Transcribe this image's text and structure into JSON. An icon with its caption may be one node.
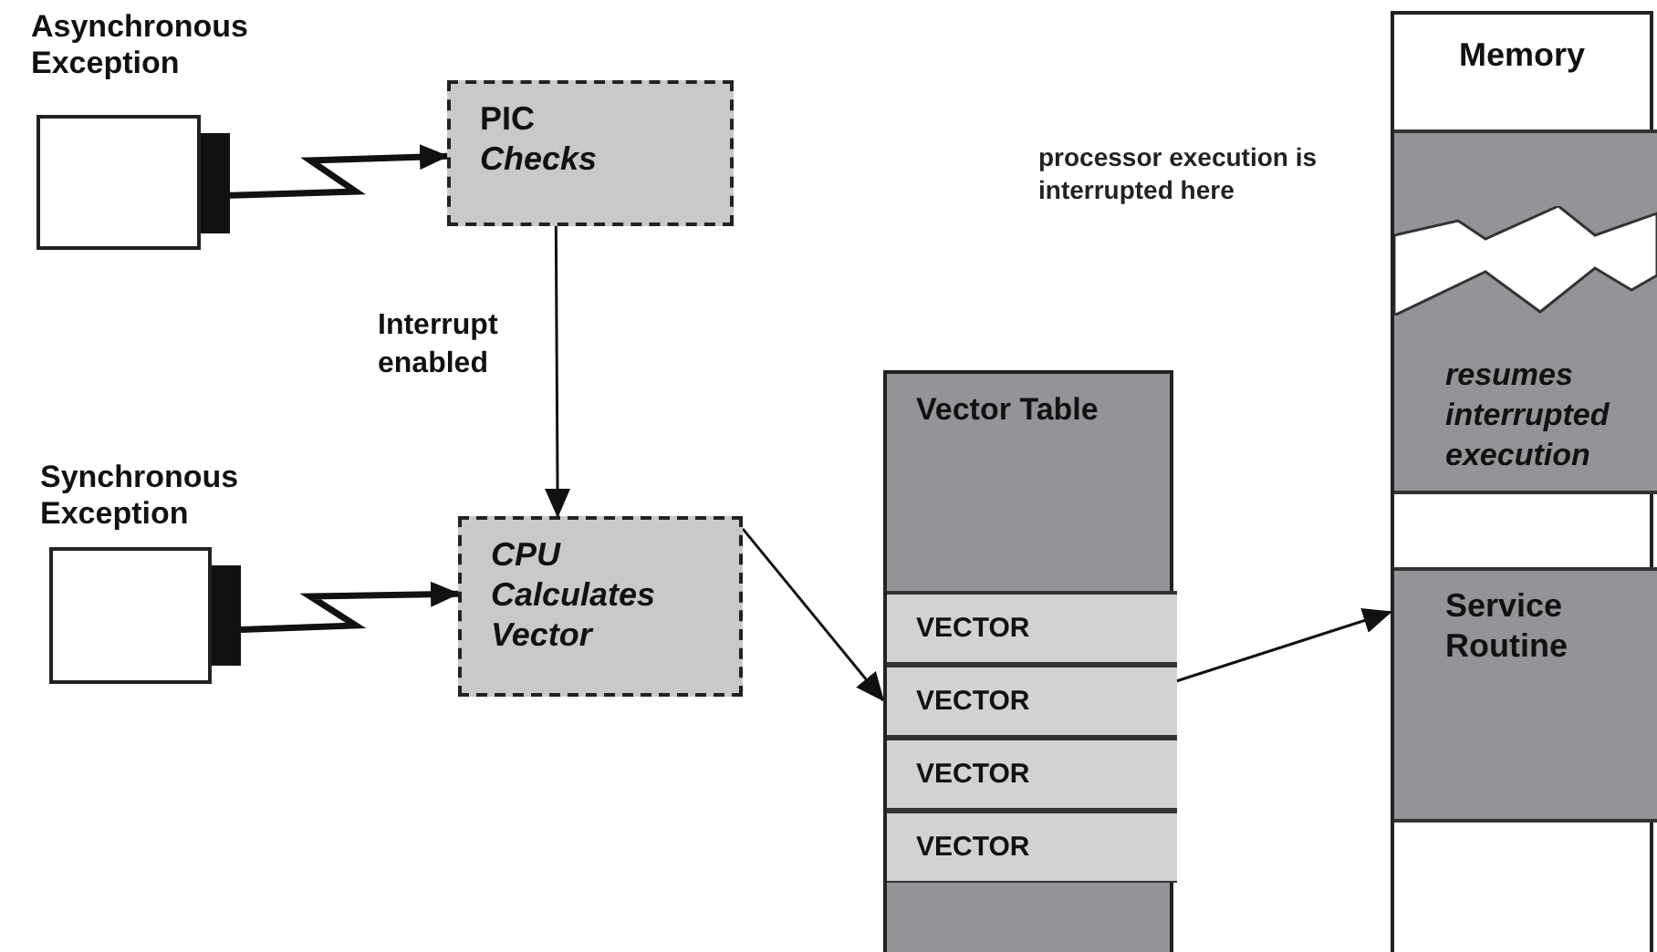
{
  "diagram": {
    "nodes": [
      {
        "text": [
          "Asynchronous Exception"
        ]
      },
      {
        "text": [
          "PIC",
          "Checks"
        ]
      },
      {
        "text": [
          "Synchronous Exception"
        ]
      },
      {
        "text": [
          "CPU Calculates Vector"
        ]
      },
      {
        "text": [
          "Vector Table"
        ]
      },
      {
        "text": [
          "VECTOR"
        ],
        "in": 4
      },
      {
        "text": [
          "VECTOR"
        ],
        "in": 4
      },
      {
        "text": [
          "VECTOR"
        ],
        "in": 4
      },
      {
        "text": [
          "VECTOR"
        ],
        "in": 4
      },
      {
        "text": [
          "Memory"
        ]
      },
      {
        "text": [
          "resumes interrupted execution"
        ],
        "in": 9
      },
      {
        "text": [
          "Service Routine"
        ],
        "in": 9
      }
    ],
    "edges": [
      {
        "from": 0,
        "to": 1,
        "arrow": "to",
        "style": "thick"
      },
      {
        "from": 1,
        "to": 3,
        "arrow": "to",
        "label": "Interrupt enabled"
      },
      {
        "from": 2,
        "to": 3,
        "arrow": "to",
        "style": "thick"
      },
      {
        "from": 3,
        "to": 6,
        "arrow": "to"
      },
      {
        "from": 6,
        "to": 11,
        "arrow": "to"
      }
    ],
    "labels": [
      "processor execution is interrupted here"
    ]
  }
}
